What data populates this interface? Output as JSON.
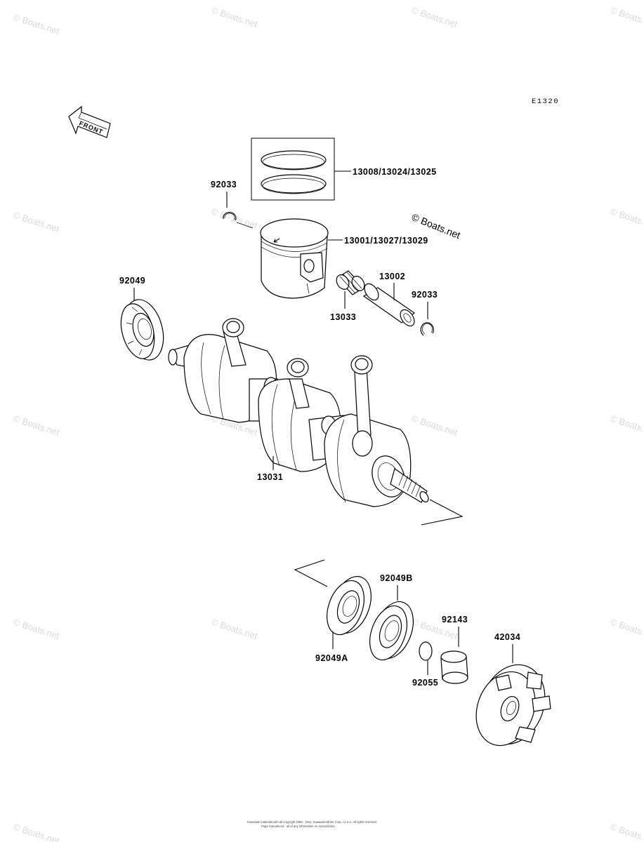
{
  "diagram_code": "E1320",
  "front_label": "FRONT",
  "copyright_label": "© Boats.net",
  "watermark": "© Boats.net",
  "footer": {
    "line1": "Kawasaki materials with all copyright 1995 - 2011, Kawasaki Motor Corp., U.S.A. All rights reserved.",
    "line2": "Page reproduced - all of any information on reproduction."
  },
  "parts": {
    "p13008": "13008/13024/13025",
    "p92033_top": "92033",
    "p13001": "13001/13027/13029",
    "p92049": "92049",
    "p13002": "13002",
    "p92033_right": "92033",
    "p13033": "13033",
    "p13031": "13031",
    "p92049B": "92049B",
    "p92143": "92143",
    "p42034": "42034",
    "p92049A": "92049A",
    "p92055": "92055"
  }
}
